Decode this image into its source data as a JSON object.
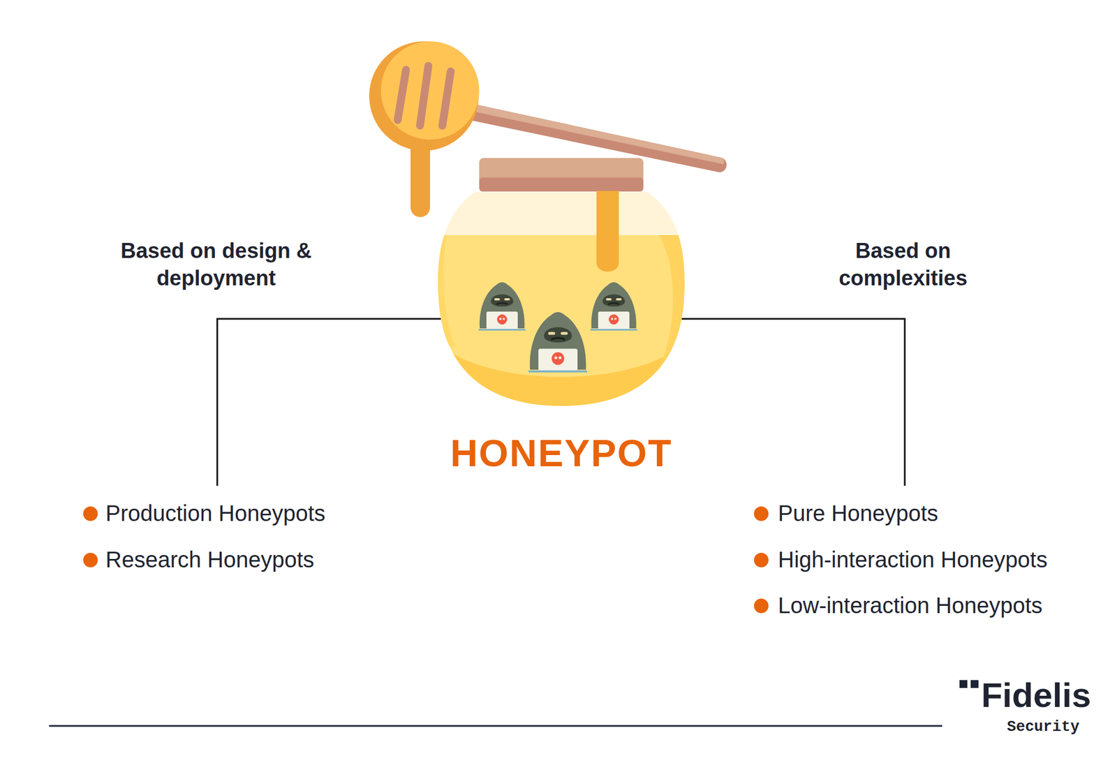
{
  "diagram": {
    "title": "HONEYPOT",
    "labels": [
      "Based on design & deployment",
      "Production Honeypots",
      "Research Honeypots",
      "Based on complexities",
      "Pure Honeypots",
      "High-interaction Honeypots",
      "Low-interaction Honeypots",
      "Fidelis",
      "Security"
    ]
  }
}
